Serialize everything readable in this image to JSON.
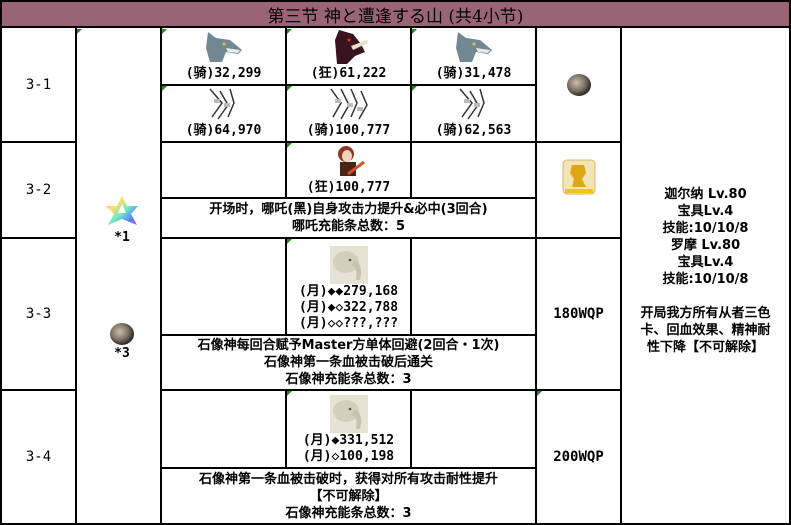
{
  "title": "第三节 神と遭逢する山 (共4小节)",
  "colors": {
    "header_bg": "#9a6477",
    "border": "#000000",
    "cell_marker": "#1f8a1f"
  },
  "stages": [
    {
      "id": "3-1",
      "enemies": [
        {
          "icon": "wolf-icon",
          "label": "(骑)32,299"
        },
        {
          "icon": "boar-icon",
          "label": "(狂)61,222"
        },
        {
          "icon": "wolf-icon",
          "label": "(骑)31,478"
        },
        {
          "icon": "skeleton-horde-icon",
          "label": "(骑)64,970"
        },
        {
          "icon": "skeleton-horde-icon",
          "label": "(骑)100,777"
        },
        {
          "icon": "skeleton-horde-icon",
          "label": "(骑)62,563"
        }
      ],
      "reward_icon": "ore-stone-icon"
    },
    {
      "id": "3-2",
      "enemies": [
        {
          "icon": "nezha-icon",
          "label": "(狂)100,777"
        }
      ],
      "notes": [
        "开场时，哪吒(黑)自身攻击力提升&必中(3回合)",
        "哪吒充能条总数：5"
      ],
      "reward_icon": "golden-statue-icon"
    },
    {
      "id": "3-3",
      "enemies": [
        {
          "icon": "stone-elephant-icon",
          "hp_lines": [
            "(月)◆◆279,168",
            "(月)◆◇322,788",
            "(月)◇◇???,???"
          ]
        }
      ],
      "notes": [
        "石像神每回合赋予Master方单体回避(2回合・1次)",
        "石像神第一条血被击破后通关",
        "石像神充能条总数：3"
      ],
      "reward": "180WQP"
    },
    {
      "id": "3-4",
      "enemies": [
        {
          "icon": "stone-elephant-icon",
          "hp_lines": [
            "(月)◆331,512",
            "(月)◇100,198"
          ]
        }
      ],
      "notes": [
        "石像神第一条血被击破时，获得对所有攻击耐性提升",
        "【不可解除】",
        "石像神充能条总数：3"
      ],
      "reward": "200WQP"
    }
  ],
  "drops": [
    {
      "icon": "rainbow-star-icon",
      "label": "*1"
    },
    {
      "icon": "ore-stone-icon",
      "label": "*3"
    }
  ],
  "team_info": [
    "迦尔纳 Lv.80",
    "宝具Lv.4",
    "技能:10/10/8",
    "罗摩 Lv.80",
    "宝具Lv.4",
    "技能:10/10/8",
    "",
    "开局我方所有从者三色",
    "卡、回血效果、精神耐",
    "性下降【不可解除】"
  ]
}
